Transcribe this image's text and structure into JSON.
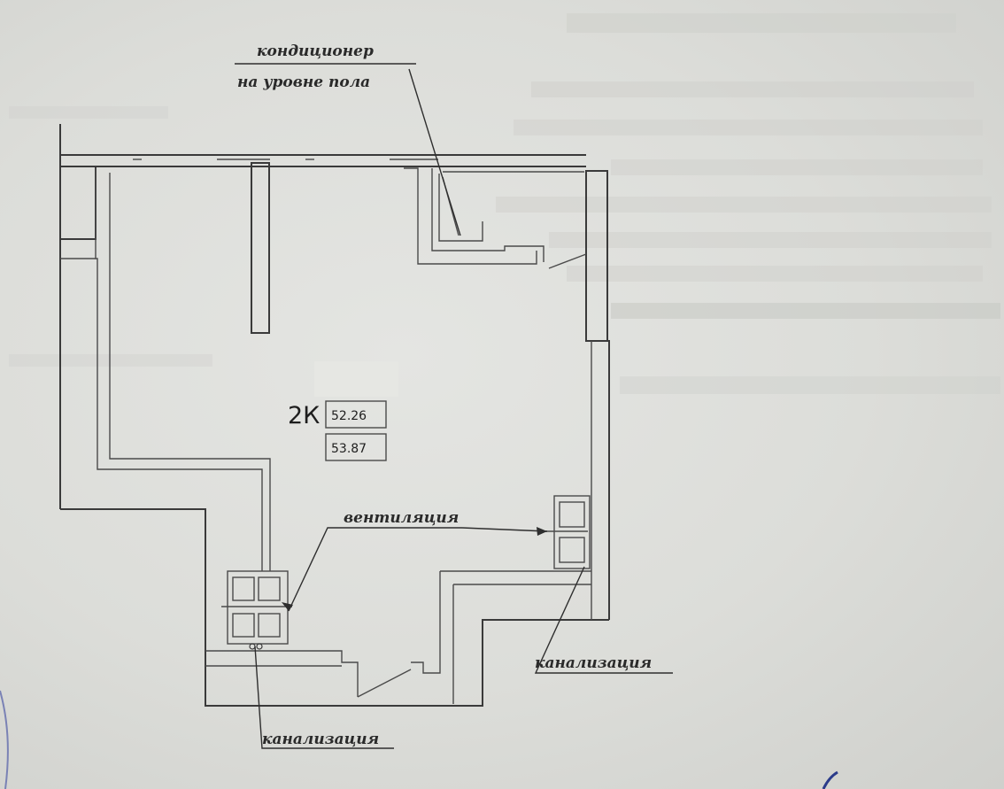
{
  "plan": {
    "unit_code": "2К",
    "area_living": "52.26",
    "area_total": "53.87"
  },
  "labels": {
    "ac_line1": "кондиционер",
    "ac_line2": "на уровне пола",
    "ventilation": "вентиляция",
    "sewer_right": "канализация",
    "sewer_bottom": "канализация"
  },
  "colors": {
    "paper": "#dcddd9",
    "ink": "#2e2e2e"
  }
}
